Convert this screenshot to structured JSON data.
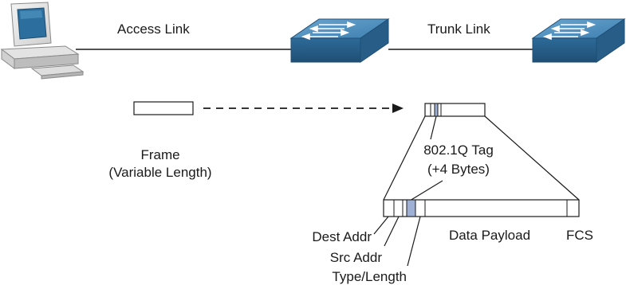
{
  "links": {
    "access": "Access Link",
    "trunk": "Trunk Link"
  },
  "frame": {
    "label": "Frame",
    "sublabel": "(Variable Length)"
  },
  "tag": {
    "label": "802.1Q Tag",
    "sublabel": "(+4 Bytes)"
  },
  "fields": {
    "dest_addr": "Dest Addr",
    "src_addr": "Src Addr",
    "type_length": "Type/Length",
    "data_payload": "Data Payload",
    "fcs": "FCS"
  },
  "colors": {
    "switch_body": "#2f6f9f",
    "switch_top": "#4e8fbd",
    "tag_fill": "#9fb0d6",
    "pc_body": "#ececec",
    "pc_screen": "#2c6f9e"
  },
  "icons": {
    "pc": "computer-icon",
    "switch": "switch-icon"
  }
}
